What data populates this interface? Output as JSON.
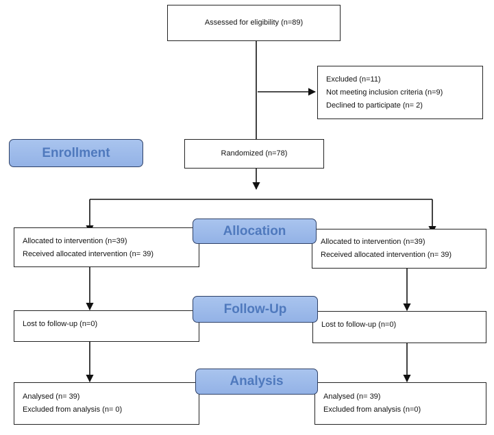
{
  "assessed": {
    "text": "Assessed for eligibility (n=89)"
  },
  "excluded": {
    "lines": [
      "Excluded (n=11)",
      "Not meeting inclusion criteria (n=9)",
      "Declined to participate (n= 2)"
    ]
  },
  "randomized": {
    "text": "Randomized (n=78)"
  },
  "stages": {
    "enrollment": "Enrollment",
    "allocation": "Allocation",
    "followup": "Follow-Up",
    "analysis": "Analysis"
  },
  "left": {
    "allocation": [
      "Allocated to intervention (n=39)",
      "Received allocated intervention (n= 39)"
    ],
    "followup": [
      "Lost to follow-up (n=0)"
    ],
    "analysis": [
      "Analysed (n= 39)",
      "Excluded from analysis (n= 0)"
    ]
  },
  "right": {
    "allocation": [
      "Allocated to intervention (n=39)",
      "Received allocated intervention (n= 39)"
    ],
    "followup": [
      "Lost to follow-up (n=0)"
    ],
    "analysis": [
      "Analysed (n= 39)",
      "Excluded from analysis (n=0)"
    ]
  },
  "colors": {
    "stage_fill": "#a3bfec",
    "stage_text": "#4f79bd",
    "stage_border": "#2c3f66",
    "line": "#111111"
  }
}
